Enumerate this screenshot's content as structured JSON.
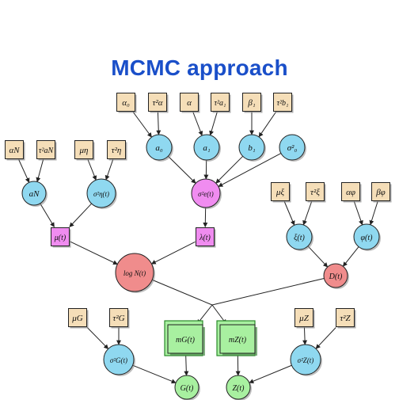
{
  "title": "MCMC approach",
  "colors": {
    "title": "#1a4fc9",
    "param_box": "#f5deb8",
    "latent_circle": "#8fd8f0",
    "pink": "#f08cf0",
    "salmon": "#f08c8c",
    "green": "#a8f0a0",
    "outline": "#222222"
  },
  "nodes": [
    {
      "id": "alpha0",
      "label": "α₀",
      "shape": "box",
      "color": "param_box"
    },
    {
      "id": "tau_alpha",
      "label": "τ²α",
      "shape": "box",
      "color": "param_box"
    },
    {
      "id": "alpha",
      "label": "α",
      "shape": "box",
      "color": "param_box"
    },
    {
      "id": "tau_a1",
      "label": "τ²a₁",
      "shape": "box",
      "color": "param_box"
    },
    {
      "id": "beta1",
      "label": "β₁",
      "shape": "box",
      "color": "param_box"
    },
    {
      "id": "tau_b1",
      "label": "τ²b₁",
      "shape": "box",
      "color": "param_box"
    },
    {
      "id": "alphaN",
      "label": "αN",
      "shape": "box",
      "color": "param_box"
    },
    {
      "id": "tau_aN",
      "label": "τ²aN",
      "shape": "box",
      "color": "param_box"
    },
    {
      "id": "mu_eta",
      "label": "μη",
      "shape": "box",
      "color": "param_box"
    },
    {
      "id": "tau_eta",
      "label": "τ²η",
      "shape": "box",
      "color": "param_box"
    },
    {
      "id": "a0",
      "label": "a₀",
      "shape": "circle",
      "color": "latent_circle"
    },
    {
      "id": "a1",
      "label": "a₁",
      "shape": "circle",
      "color": "latent_circle"
    },
    {
      "id": "b1",
      "label": "b₁",
      "shape": "circle",
      "color": "latent_circle"
    },
    {
      "id": "sigma0",
      "label": "σ²₀",
      "shape": "circle",
      "color": "latent_circle"
    },
    {
      "id": "aN",
      "label": "aN",
      "shape": "circle",
      "color": "latent_circle"
    },
    {
      "id": "sigma_eta",
      "label": "σ²η(t)",
      "shape": "circle",
      "color": "latent_circle"
    },
    {
      "id": "sigma_e",
      "label": "σ²e(t)",
      "shape": "circle",
      "color": "pink"
    },
    {
      "id": "mu_xi",
      "label": "μξ",
      "shape": "box",
      "color": "param_box"
    },
    {
      "id": "tau_xi",
      "label": "τ²ξ",
      "shape": "box",
      "color": "param_box"
    },
    {
      "id": "alpha_phi",
      "label": "αφ",
      "shape": "box",
      "color": "param_box"
    },
    {
      "id": "beta_phi",
      "label": "βφ",
      "shape": "box",
      "color": "param_box"
    },
    {
      "id": "mu_t",
      "label": "μ(t)",
      "shape": "box",
      "color": "pink"
    },
    {
      "id": "lambda_t",
      "label": "λ(t)",
      "shape": "box",
      "color": "pink"
    },
    {
      "id": "xi_t",
      "label": "ξ(t)",
      "shape": "circle",
      "color": "latent_circle"
    },
    {
      "id": "phi_t",
      "label": "φ(t)",
      "shape": "circle",
      "color": "latent_circle"
    },
    {
      "id": "logN",
      "label": "log N(t)",
      "shape": "circle",
      "color": "salmon"
    },
    {
      "id": "Dt",
      "label": "D(t)",
      "shape": "circle",
      "color": "salmon"
    },
    {
      "id": "mu_G",
      "label": "μG",
      "shape": "box",
      "color": "param_box"
    },
    {
      "id": "tau_G",
      "label": "τ²G",
      "shape": "box",
      "color": "param_box"
    },
    {
      "id": "mG_t",
      "label": "mG(t)",
      "shape": "stack",
      "color": "green"
    },
    {
      "id": "mZ_t",
      "label": "mZ(t)",
      "shape": "stack",
      "color": "green"
    },
    {
      "id": "mu_Z",
      "label": "μZ",
      "shape": "box",
      "color": "param_box"
    },
    {
      "id": "tau_Z",
      "label": "τ²Z",
      "shape": "box",
      "color": "param_box"
    },
    {
      "id": "sigma_G",
      "label": "σ²G(t)",
      "shape": "circle",
      "color": "latent_circle"
    },
    {
      "id": "sigma_Z",
      "label": "σ²Z(t)",
      "shape": "circle",
      "color": "latent_circle"
    },
    {
      "id": "G_t",
      "label": "G(t)",
      "shape": "circle",
      "color": "green"
    },
    {
      "id": "Z_t",
      "label": "Z(t)",
      "shape": "circle",
      "color": "green"
    }
  ],
  "edges": [
    [
      "alpha0",
      "a0"
    ],
    [
      "tau_alpha",
      "a0"
    ],
    [
      "alpha",
      "a1"
    ],
    [
      "tau_a1",
      "a1"
    ],
    [
      "beta1",
      "b1"
    ],
    [
      "tau_b1",
      "b1"
    ],
    [
      "a0",
      "sigma_e"
    ],
    [
      "a1",
      "sigma_e"
    ],
    [
      "b1",
      "sigma_e"
    ],
    [
      "sigma0",
      "sigma_e"
    ],
    [
      "alphaN",
      "aN"
    ],
    [
      "tau_aN",
      "aN"
    ],
    [
      "mu_eta",
      "sigma_eta"
    ],
    [
      "tau_eta",
      "sigma_eta"
    ],
    [
      "aN",
      "mu_t"
    ],
    [
      "sigma_eta",
      "mu_t"
    ],
    [
      "sigma_e",
      "lambda_t"
    ],
    [
      "mu_xi",
      "xi_t"
    ],
    [
      "tau_xi",
      "xi_t"
    ],
    [
      "alpha_phi",
      "phi_t"
    ],
    [
      "beta_phi",
      "phi_t"
    ],
    [
      "xi_t",
      "Dt"
    ],
    [
      "phi_t",
      "Dt"
    ],
    [
      "mu_t",
      "logN"
    ],
    [
      "lambda_t",
      "logN"
    ],
    [
      "logN",
      "JUNC"
    ],
    [
      "Dt",
      "JUNC"
    ],
    [
      "JUNC",
      "mG_t"
    ],
    [
      "JUNC",
      "mZ_t"
    ],
    [
      "mu_G",
      "sigma_G"
    ],
    [
      "tau_G",
      "sigma_G"
    ],
    [
      "mu_Z",
      "sigma_Z"
    ],
    [
      "tau_Z",
      "sigma_Z"
    ],
    [
      "mG_t",
      "G_t"
    ],
    [
      "sigma_G",
      "G_t"
    ],
    [
      "mZ_t",
      "Z_t"
    ],
    [
      "sigma_Z",
      "Z_t"
    ]
  ]
}
